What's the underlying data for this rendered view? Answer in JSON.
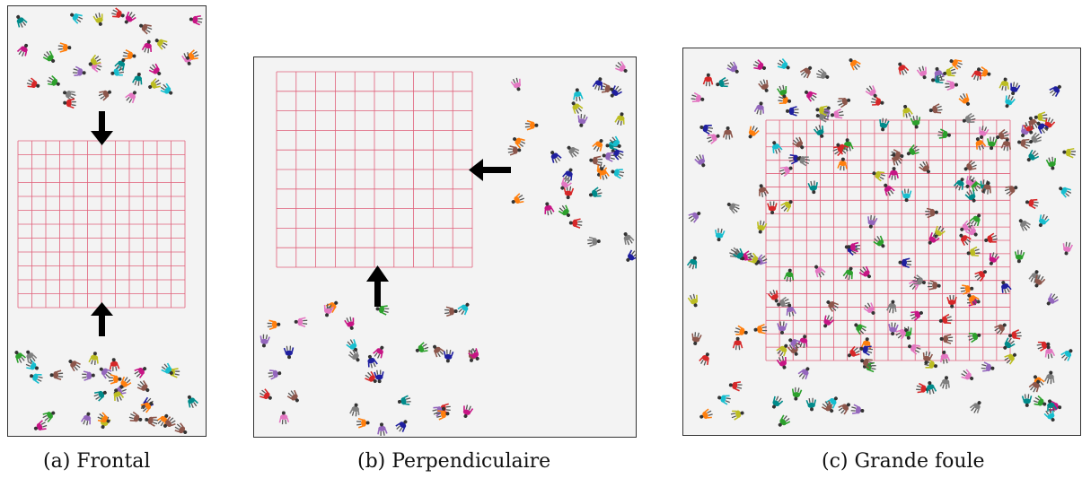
{
  "captions": {
    "a": "(a) Frontal",
    "b": "(b) Perpendiculaire",
    "c": "(c) Grande foule"
  },
  "colors": {
    "panel_bg": "#f3f3f3",
    "grid_line": "#e0607a",
    "arrow": "#000000",
    "agents": [
      "#d62728",
      "#1f1f9f",
      "#2ca02c",
      "#e377c2",
      "#8c564b",
      "#17becf",
      "#9467bd",
      "#bcbd22",
      "#ff7f0e",
      "#7f7f7f",
      "#c71585",
      "#008b8b"
    ]
  },
  "panels": {
    "a": {
      "grid": {
        "cols": 12,
        "rows": 12
      },
      "arrows": [
        "down",
        "up"
      ],
      "agent_groups": 2
    },
    "b": {
      "grid": {
        "cols": 10,
        "rows": 10
      },
      "arrows": [
        "left",
        "up"
      ],
      "agent_groups": 2
    },
    "c": {
      "grid": {
        "cols": 18,
        "rows": 18
      },
      "arrows": [],
      "agent_groups": 1
    }
  }
}
